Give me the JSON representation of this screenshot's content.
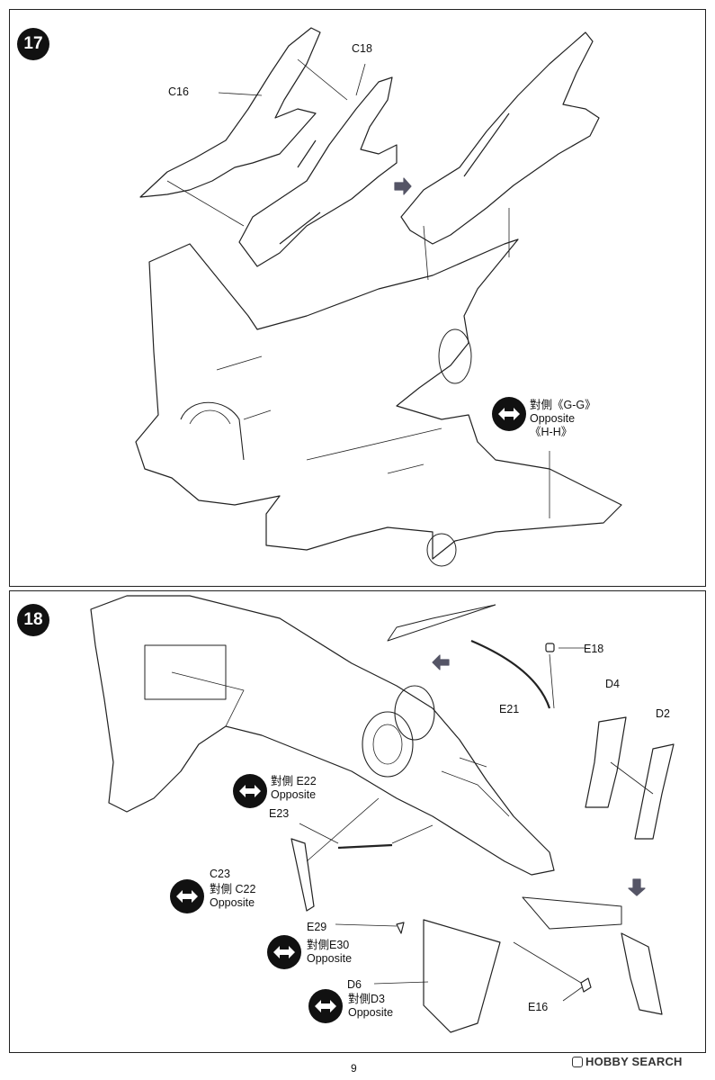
{
  "steps": {
    "step17": {
      "number": "17",
      "part_labels": {
        "c16": "C16",
        "c18": "C18"
      },
      "callout": {
        "line1": "對側《G-G》",
        "line2": "Opposite",
        "line3": "《H-H》"
      }
    },
    "step18": {
      "number": "18",
      "part_labels": {
        "e18": "E18",
        "e21": "E21",
        "d4": "D4",
        "d2": "D2",
        "e23": "E23",
        "c23": "C23",
        "e29": "E29",
        "d6": "D6",
        "e16": "E16"
      },
      "callouts": [
        {
          "line1": "對側 E22",
          "line2": "Opposite"
        },
        {
          "line1": "對側 C22",
          "line2": "Opposite"
        },
        {
          "line1": "對側E30",
          "line2": "Opposite"
        },
        {
          "line1": "對側D3",
          "line2": "Opposite"
        }
      ]
    }
  },
  "footer": {
    "page_number": "9",
    "brand": "HOBBY SEARCH"
  },
  "icons": {
    "opposite-side": "double-arrow-icon",
    "direction": "arrow-icon"
  }
}
